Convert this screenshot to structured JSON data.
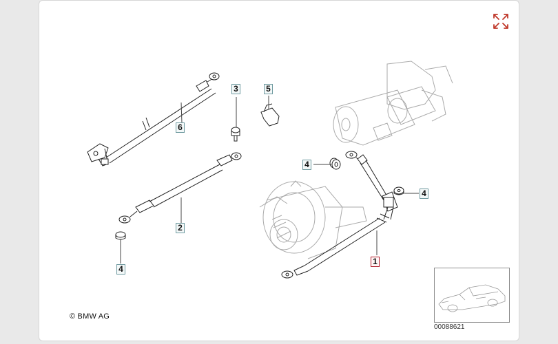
{
  "callouts": {
    "c1": "1",
    "c2": "2",
    "c3": "3",
    "c4a": "4",
    "c4b": "4",
    "c4c": "4",
    "c5": "5",
    "c6": "6"
  },
  "copyright": "© BMW AG",
  "thumbnail": {
    "doc_number": "00088621"
  },
  "icons": {
    "expand": "expand-arrows-icon"
  },
  "colors": {
    "callout_border": "#6f9aa0",
    "callout_active_border": "#b21d2b",
    "expand_icon": "#c0392b",
    "line": "#222222"
  }
}
